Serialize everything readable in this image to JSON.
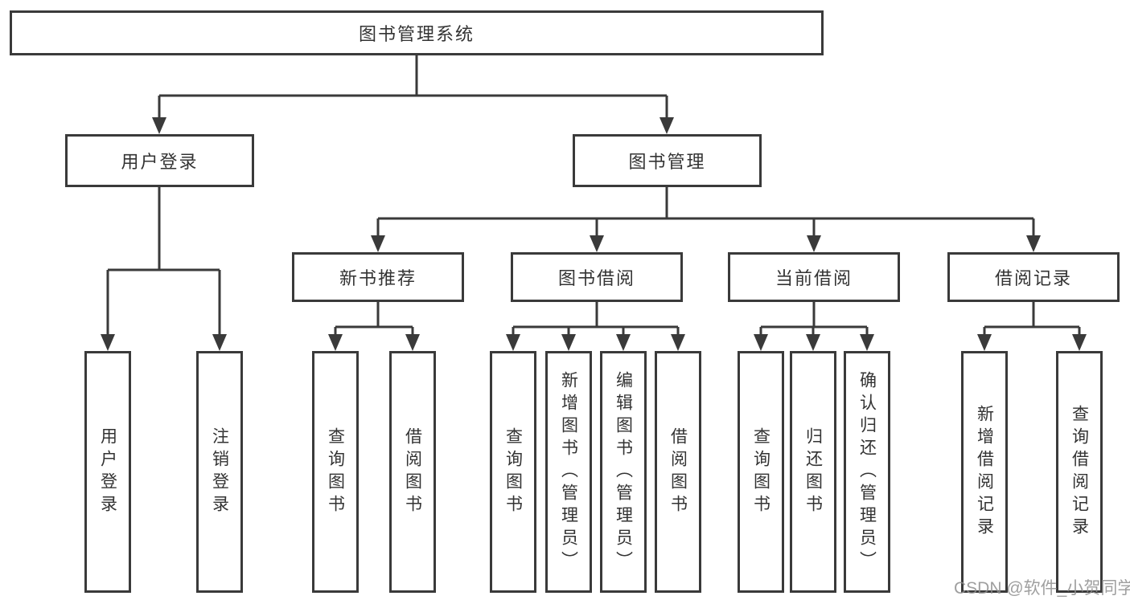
{
  "tree": {
    "label": "图书管理系统",
    "children": [
      {
        "label": "用户登录",
        "children": [
          {
            "label": "用户登录"
          },
          {
            "label": "注销登录"
          }
        ]
      },
      {
        "label": "图书管理",
        "children": [
          {
            "label": "新书推荐",
            "children": [
              {
                "label": "查询图书"
              },
              {
                "label": "借阅图书"
              }
            ]
          },
          {
            "label": "图书借阅",
            "children": [
              {
                "label": "查询图书"
              },
              {
                "label": "新增图书（管理员）"
              },
              {
                "label": "编辑图书（管理员）"
              },
              {
                "label": "借阅图书"
              }
            ]
          },
          {
            "label": "当前借阅",
            "children": [
              {
                "label": "查询图书"
              },
              {
                "label": "归还图书"
              },
              {
                "label": "确认归还（管理员）"
              }
            ]
          },
          {
            "label": "借阅记录",
            "children": [
              {
                "label": "新增借阅记录"
              },
              {
                "label": "查询借阅记录"
              }
            ]
          }
        ]
      }
    ]
  },
  "watermark": {
    "text": "CSDN @软件_小贺同学"
  },
  "colors": {
    "line": "#3a3a3a",
    "text": "#333333",
    "box-bg": "#ffffff",
    "page-bg": "#ffffff",
    "watermark": "#8f8f8f"
  }
}
